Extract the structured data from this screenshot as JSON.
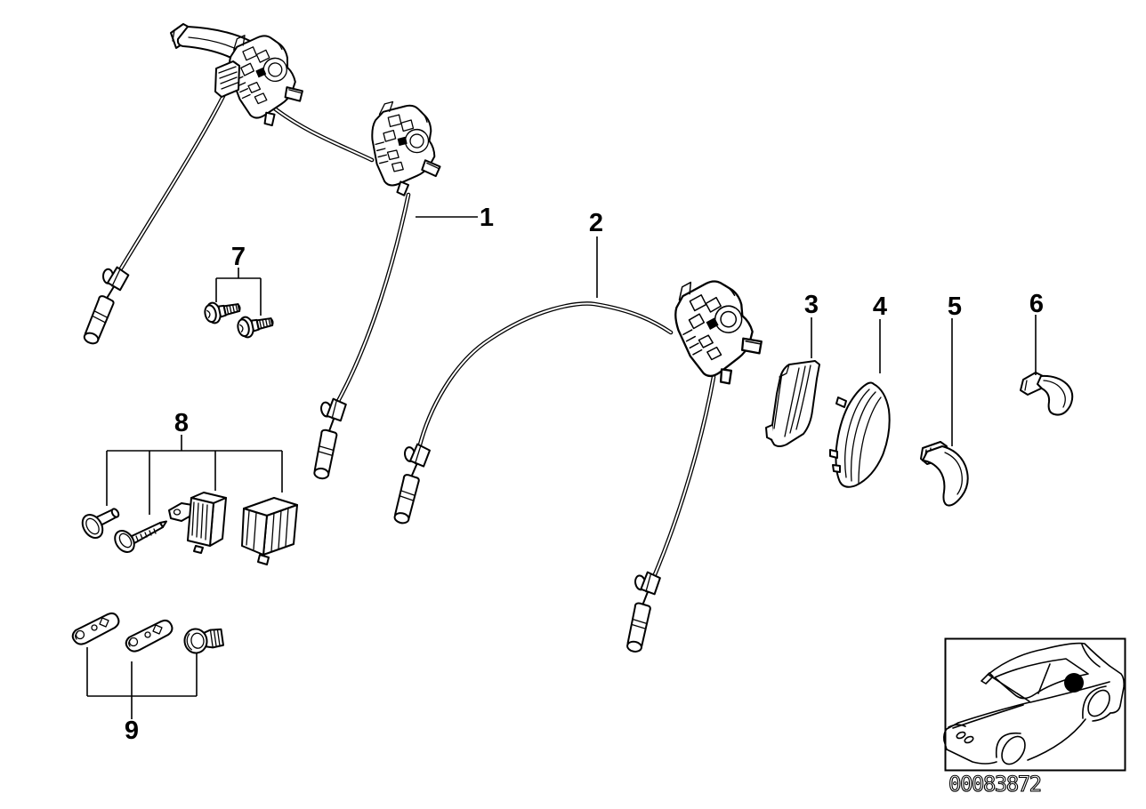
{
  "colors": {
    "line": "#000000",
    "background": "#ffffff"
  },
  "callouts": [
    {
      "label": "1"
    },
    {
      "label": "2"
    },
    {
      "label": "3"
    },
    {
      "label": "4"
    },
    {
      "label": "5"
    },
    {
      "label": "6"
    },
    {
      "label": "7"
    },
    {
      "label": "8"
    },
    {
      "label": "9"
    }
  ],
  "thumbnail": {
    "drawing_number": "00083872"
  }
}
